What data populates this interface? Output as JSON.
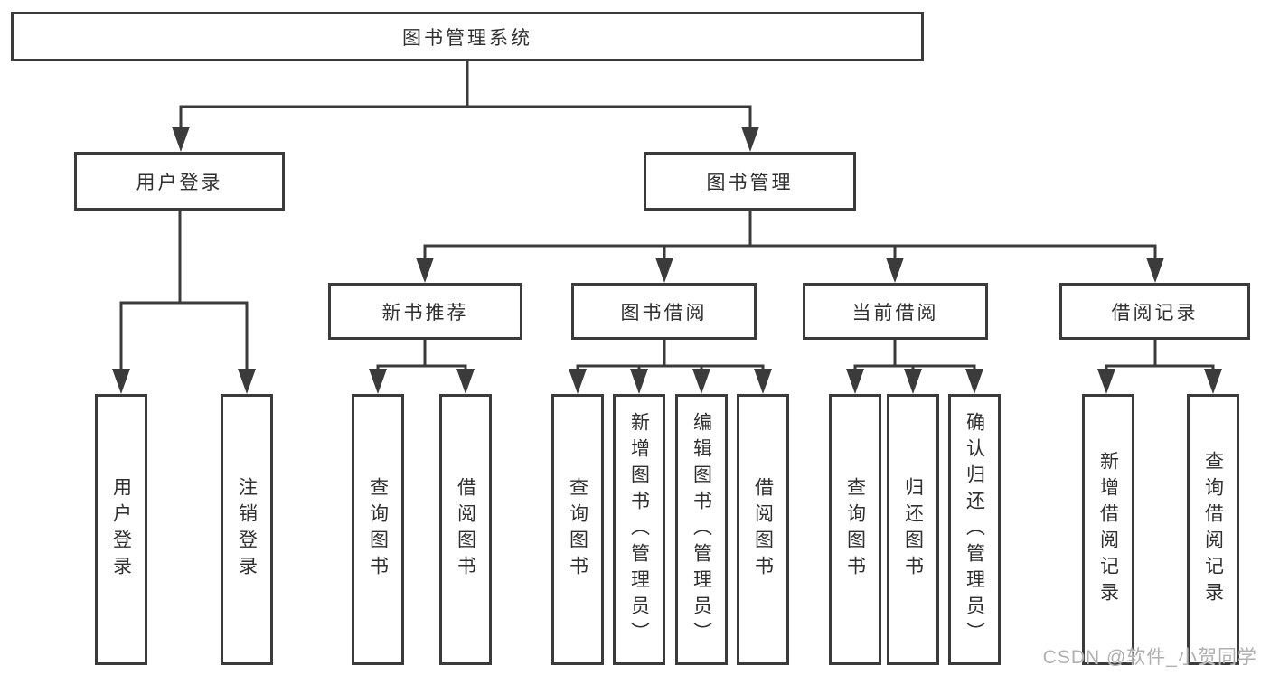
{
  "root": {
    "label": "图书管理系统"
  },
  "branches": [
    {
      "label": "用户登录",
      "children": [
        {
          "label": "用户登录"
        },
        {
          "label": "注销登录"
        }
      ]
    },
    {
      "label": "图书管理",
      "groups": [
        {
          "label": "新书推荐",
          "children": [
            {
              "label": "查询图书"
            },
            {
              "label": "借阅图书"
            }
          ]
        },
        {
          "label": "图书借阅",
          "children": [
            {
              "label": "查询图书"
            },
            {
              "label": "新增图书（管理员）"
            },
            {
              "label": "编辑图书（管理员）"
            },
            {
              "label": "借阅图书"
            }
          ]
        },
        {
          "label": "当前借阅",
          "children": [
            {
              "label": "查询图书"
            },
            {
              "label": "归还图书"
            },
            {
              "label": "确认归还（管理员）"
            }
          ]
        },
        {
          "label": "借阅记录",
          "children": [
            {
              "label": "新增借阅记录"
            },
            {
              "label": "查询借阅记录"
            }
          ]
        }
      ]
    }
  ],
  "watermark": {
    "text": "CSDN @软件_小贺同学"
  },
  "colors": {
    "line": "#3b3b3b",
    "box_border": "#3b3b3b",
    "box_background": "#ffffff",
    "text": "#2f2f2f",
    "watermark_text": "#b0b0b0"
  }
}
